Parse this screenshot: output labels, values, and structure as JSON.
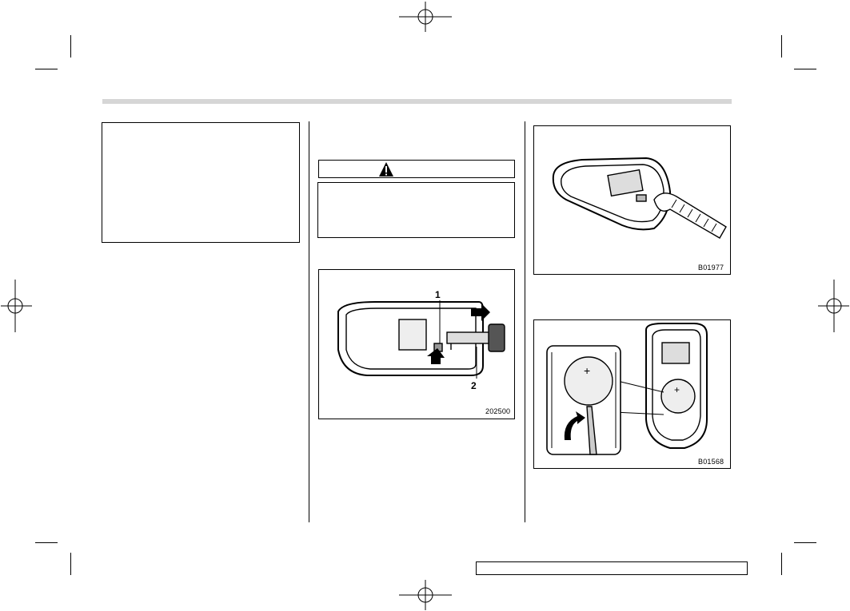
{
  "figures": {
    "fig1": {
      "code": "202500",
      "callouts": [
        "1",
        "2"
      ]
    },
    "fig2": {
      "code": "B01977"
    },
    "fig3": {
      "code": "B01568"
    }
  },
  "warning": {
    "label": "",
    "icon": "warning-triangle-icon"
  },
  "footer": {
    "page_text": ""
  }
}
